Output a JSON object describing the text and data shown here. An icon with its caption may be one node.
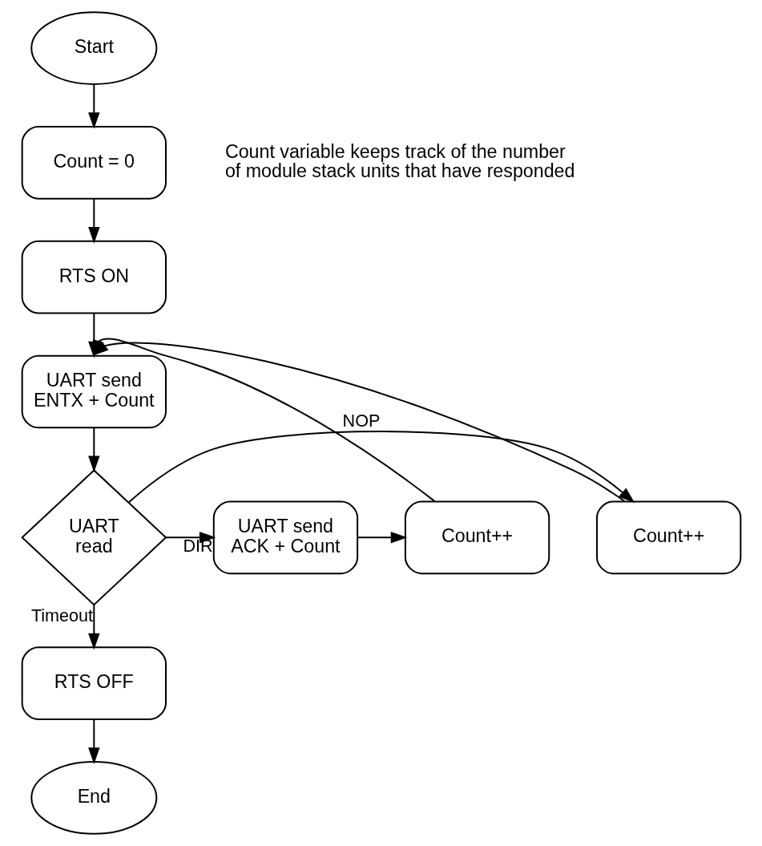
{
  "diagram": {
    "nodes": [
      {
        "text": [
          "Start"
        ]
      },
      {
        "text": [
          "Count = 0"
        ],
        "beside": [
          "Count variable keeps track of the number of module stack units that have responded"
        ]
      },
      {
        "text": [
          "RTS ON"
        ]
      },
      {
        "text": [
          "UART send ENTX + Count"
        ]
      },
      {
        "text": [
          "UART read"
        ]
      },
      {
        "text": [
          "Count++"
        ]
      },
      {
        "text": [
          "UART send ACK + Count"
        ]
      },
      {
        "text": [
          "Count++"
        ]
      },
      {
        "text": [
          "RTS OFF"
        ]
      },
      {
        "text": [
          "End"
        ]
      }
    ],
    "edges": [
      {
        "from": 0,
        "to": 1,
        "arrow": "to"
      },
      {
        "from": 1,
        "to": 2,
        "arrow": "to"
      },
      {
        "from": 2,
        "to": 3,
        "arrow": "to"
      },
      {
        "from": 3,
        "to": 4,
        "arrow": "to"
      },
      {
        "from": 4,
        "to": 5,
        "label": "NOP",
        "arrow": "to"
      },
      {
        "from": 4,
        "to": 6,
        "label": "DIR",
        "arrow": "to"
      },
      {
        "from": 6,
        "to": 7,
        "arrow": "to"
      },
      {
        "from": 5,
        "to": 3,
        "arrow": "to"
      },
      {
        "from": 7,
        "to": 3,
        "arrow": "to"
      },
      {
        "from": 4,
        "to": 8,
        "label": "Timeout",
        "arrow": "to"
      },
      {
        "from": 8,
        "to": 9,
        "arrow": "to"
      }
    ]
  }
}
